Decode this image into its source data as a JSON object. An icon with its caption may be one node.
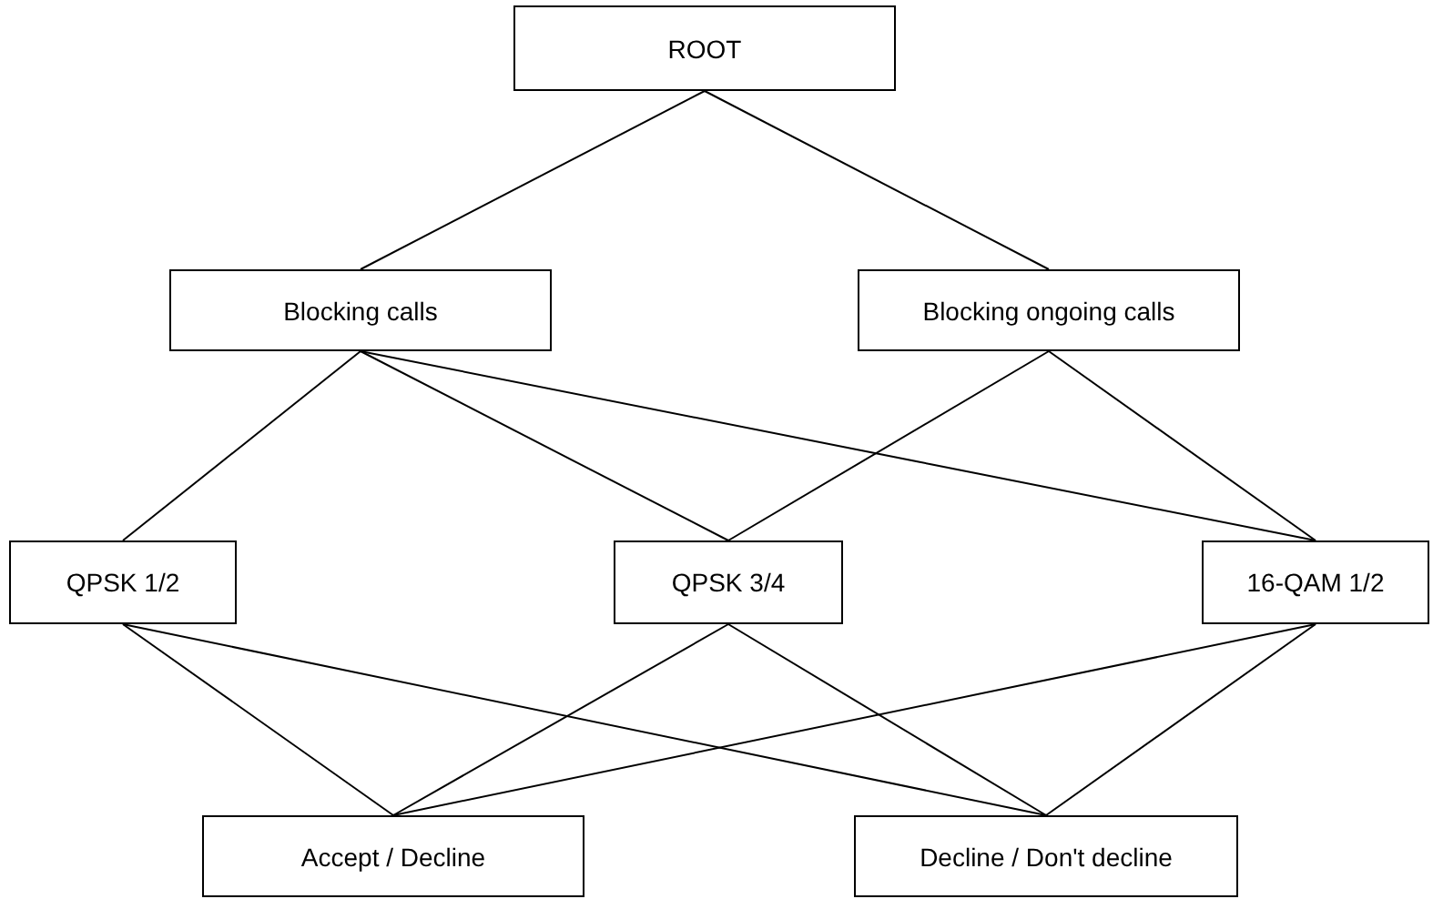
{
  "diagram": {
    "nodes": [
      {
        "text": [
          "ROOT"
        ]
      },
      {
        "text": [
          "Blocking calls"
        ]
      },
      {
        "text": [
          "Blocking ongoing calls"
        ]
      },
      {
        "text": [
          "QPSK 1/2"
        ]
      },
      {
        "text": [
          "QPSK 3/4"
        ]
      },
      {
        "text": [
          "16-QAM 1/2"
        ]
      },
      {
        "text": [
          "Accept / Decline"
        ]
      },
      {
        "text": [
          "Decline / Don't decline"
        ]
      }
    ],
    "edges": [
      {
        "from": 0,
        "to": 1,
        "arrow": "none"
      },
      {
        "from": 0,
        "to": 2,
        "arrow": "none"
      },
      {
        "from": 1,
        "to": 3,
        "arrow": "none"
      },
      {
        "from": 1,
        "to": 4,
        "arrow": "none"
      },
      {
        "from": 1,
        "to": 5,
        "arrow": "none"
      },
      {
        "from": 2,
        "to": 4,
        "arrow": "none"
      },
      {
        "from": 2,
        "to": 5,
        "arrow": "none"
      },
      {
        "from": 3,
        "to": 6,
        "arrow": "none"
      },
      {
        "from": 3,
        "to": 7,
        "arrow": "none"
      },
      {
        "from": 4,
        "to": 6,
        "arrow": "none"
      },
      {
        "from": 4,
        "to": 7,
        "arrow": "none"
      },
      {
        "from": 5,
        "to": 6,
        "arrow": "none"
      },
      {
        "from": 5,
        "to": 7,
        "arrow": "none"
      }
    ]
  }
}
